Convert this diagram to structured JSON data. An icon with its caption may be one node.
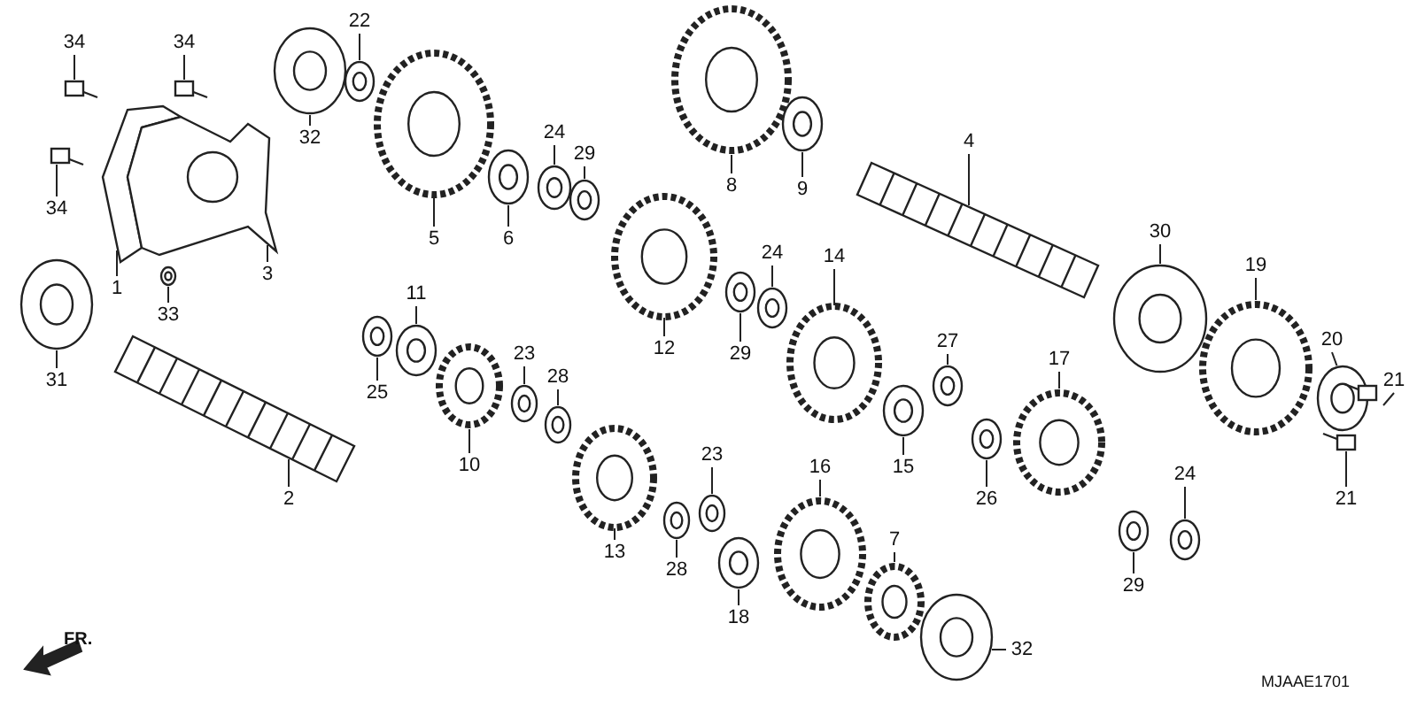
{
  "diagram": {
    "nodes": [
      {
        "text": [
          "34"
        ]
      },
      {
        "text": [
          "34"
        ]
      },
      {
        "text": [
          "22"
        ]
      },
      {
        "text": [
          "34"
        ]
      },
      {
        "text": [
          "32"
        ]
      },
      {
        "text": [
          "5"
        ]
      },
      {
        "text": [
          "1"
        ]
      },
      {
        "text": [
          "33"
        ]
      },
      {
        "text": [
          "3"
        ]
      },
      {
        "text": [
          "31"
        ]
      },
      {
        "text": [
          "24"
        ]
      },
      {
        "text": [
          "29"
        ]
      },
      {
        "text": [
          "6"
        ]
      },
      {
        "text": [
          "8"
        ]
      },
      {
        "text": [
          "9"
        ]
      },
      {
        "text": [
          "4"
        ]
      },
      {
        "text": [
          "30"
        ]
      },
      {
        "text": [
          "19"
        ]
      },
      {
        "text": [
          "20"
        ]
      },
      {
        "text": [
          "21"
        ]
      },
      {
        "text": [
          "21"
        ]
      },
      {
        "text": [
          "11"
        ]
      },
      {
        "text": [
          "25"
        ]
      },
      {
        "text": [
          "23"
        ]
      },
      {
        "text": [
          "28"
        ]
      },
      {
        "text": [
          "10"
        ]
      },
      {
        "text": [
          "2"
        ]
      },
      {
        "text": [
          "12"
        ]
      },
      {
        "text": [
          "29"
        ]
      },
      {
        "text": [
          "24"
        ]
      },
      {
        "text": [
          "14"
        ]
      },
      {
        "text": [
          "27"
        ]
      },
      {
        "text": [
          "15"
        ]
      },
      {
        "text": [
          "17"
        ]
      },
      {
        "text": [
          "26"
        ]
      },
      {
        "text": [
          "23"
        ]
      },
      {
        "text": [
          "16"
        ]
      },
      {
        "text": [
          "13"
        ]
      },
      {
        "text": [
          "28"
        ]
      },
      {
        "text": [
          "18"
        ]
      },
      {
        "text": [
          "7"
        ]
      },
      {
        "text": [
          "24"
        ]
      },
      {
        "text": [
          "29"
        ]
      },
      {
        "text": [
          "32"
        ]
      },
      {
        "text": [],
        "shape": "picture"
      },
      {
        "text": [],
        "shape": "picture"
      },
      {
        "text": [],
        "shape": "picture"
      },
      {
        "text": [],
        "shape": "picture"
      },
      {
        "text": [],
        "shape": "picture"
      },
      {
        "text": [],
        "shape": "picture"
      },
      {
        "text": [],
        "shape": "picture"
      },
      {
        "text": [],
        "shape": "picture"
      },
      {
        "text": [],
        "shape": "picture"
      },
      {
        "text": [],
        "shape": "picture"
      },
      {
        "text": [],
        "shape": "picture"
      },
      {
        "text": [],
        "shape": "picture"
      },
      {
        "text": [],
        "shape": "picture"
      },
      {
        "text": [],
        "shape": "picture"
      },
      {
        "text": [],
        "shape": "picture"
      },
      {
        "text": [],
        "shape": "picture"
      },
      {
        "text": [],
        "shape": "picture"
      },
      {
        "text": [],
        "shape": "picture"
      },
      {
        "text": [],
        "shape": "picture"
      },
      {
        "text": [],
        "shape": "picture"
      },
      {
        "text": [],
        "shape": "picture"
      },
      {
        "text": [],
        "shape": "picture"
      },
      {
        "text": [],
        "shape": "picture"
      },
      {
        "text": [],
        "shape": "picture"
      },
      {
        "text": [],
        "shape": "picture"
      },
      {
        "text": [],
        "shape": "picture"
      },
      {
        "text": [],
        "shape": "picture"
      },
      {
        "text": [],
        "shape": "picture"
      },
      {
        "text": [],
        "shape": "picture"
      },
      {
        "text": [],
        "shape": "picture"
      },
      {
        "text": [],
        "shape": "picture"
      },
      {
        "text": [],
        "shape": "picture"
      },
      {
        "text": [],
        "shape": "picture"
      },
      {
        "text": [],
        "shape": "picture"
      },
      {
        "text": [],
        "shape": "picture"
      },
      {
        "text": [],
        "shape": "picture"
      },
      {
        "text": [],
        "shape": "picture"
      },
      {
        "text": [],
        "shape": "picture"
      },
      {
        "text": [],
        "shape": "picture"
      },
      {
        "text": [],
        "shape": "picture"
      },
      {
        "text": [],
        "shape": "picture"
      },
      {
        "text": [],
        "shape": "picture"
      },
      {
        "text": [],
        "shape": "picture"
      },
      {
        "text": [],
        "shape": "picture"
      }
    ],
    "edges": [
      {
        "from": 0,
        "to": 44,
        "arrow": "none"
      },
      {
        "from": 1,
        "to": 45,
        "arrow": "none"
      },
      {
        "from": 2,
        "to": 46,
        "arrow": "none"
      },
      {
        "from": 3,
        "to": 47,
        "arrow": "none"
      },
      {
        "from": 4,
        "to": 48,
        "arrow": "none"
      },
      {
        "from": 5,
        "to": 49,
        "arrow": "none"
      },
      {
        "from": 6,
        "to": 50,
        "arrow": "none"
      },
      {
        "from": 7,
        "to": 51,
        "arrow": "none"
      },
      {
        "from": 8,
        "to": 52,
        "arrow": "none"
      },
      {
        "from": 9,
        "to": 53,
        "arrow": "none"
      },
      {
        "from": 10,
        "to": 54,
        "arrow": "none"
      },
      {
        "from": 11,
        "to": 55,
        "arrow": "none"
      },
      {
        "from": 12,
        "to": 56,
        "arrow": "none"
      },
      {
        "from": 13,
        "to": 57,
        "arrow": "none"
      },
      {
        "from": 14,
        "to": 58,
        "arrow": "none"
      },
      {
        "from": 15,
        "to": 59,
        "arrow": "none"
      },
      {
        "from": 16,
        "to": 60,
        "arrow": "none"
      },
      {
        "from": 17,
        "to": 61,
        "arrow": "none"
      },
      {
        "from": 18,
        "to": 62,
        "arrow": "none"
      },
      {
        "from": 19,
        "to": 63,
        "arrow": "none"
      },
      {
        "from": 20,
        "to": 64,
        "arrow": "none"
      },
      {
        "from": 21,
        "to": 65,
        "arrow": "none"
      },
      {
        "from": 22,
        "to": 66,
        "arrow": "none"
      },
      {
        "from": 23,
        "to": 67,
        "arrow": "none"
      },
      {
        "from": 24,
        "to": 68,
        "arrow": "none"
      },
      {
        "from": 25,
        "to": 69,
        "arrow": "none"
      },
      {
        "from": 26,
        "to": 70,
        "arrow": "none"
      },
      {
        "from": 27,
        "to": 71,
        "arrow": "none"
      },
      {
        "from": 28,
        "to": 72,
        "arrow": "none"
      },
      {
        "from": 29,
        "to": 73,
        "arrow": "none"
      },
      {
        "from": 30,
        "to": 74,
        "arrow": "none"
      },
      {
        "from": 31,
        "to": 75,
        "arrow": "none"
      },
      {
        "from": 32,
        "to": 76,
        "arrow": "none"
      },
      {
        "from": 33,
        "to": 77,
        "arrow": "none"
      },
      {
        "from": 34,
        "to": 78,
        "arrow": "none"
      },
      {
        "from": 35,
        "to": 79,
        "arrow": "none"
      },
      {
        "from": 36,
        "to": 80,
        "arrow": "none"
      },
      {
        "from": 37,
        "to": 81,
        "arrow": "none"
      },
      {
        "from": 38,
        "to": 82,
        "arrow": "none"
      },
      {
        "from": 39,
        "to": 83,
        "arrow": "none"
      },
      {
        "from": 40,
        "to": 84,
        "arrow": "none"
      },
      {
        "from": 41,
        "to": 85,
        "arrow": "none"
      },
      {
        "from": 42,
        "to": 86,
        "arrow": "none"
      },
      {
        "from": 43,
        "to": 87,
        "arrow": "none"
      }
    ],
    "labels": [
      "FR.",
      "MJAAE1701"
    ]
  }
}
